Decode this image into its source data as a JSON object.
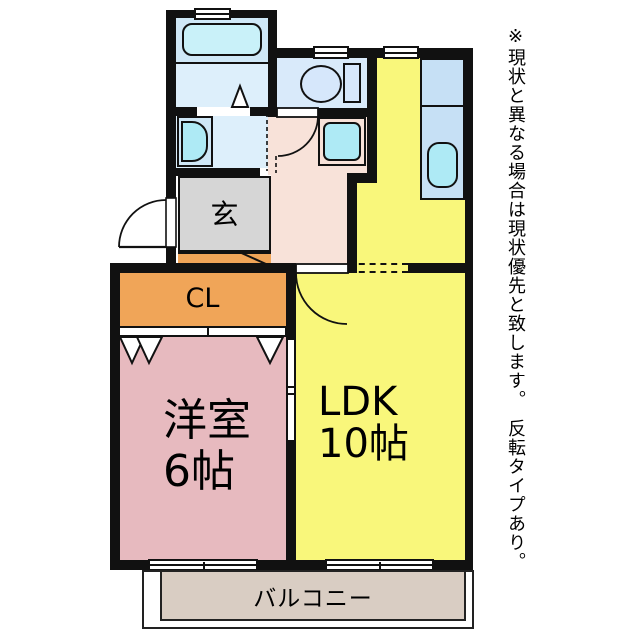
{
  "floorplan": {
    "rooms": {
      "genkan": {
        "label": "玄"
      },
      "closet": {
        "label": "CL"
      },
      "western_room": {
        "name": "洋室",
        "size": "6帖"
      },
      "ldk": {
        "name": "LDK",
        "size": "10帖"
      },
      "balcony": {
        "label": "バルコニー"
      }
    },
    "note": "※現状と異なる場合は現状優先と致します。　反転タイプあり。",
    "fixtures": [
      "bathtub-icon",
      "toilet-icon",
      "washbasin-icon",
      "kitchen-sink-icon",
      "washing-machine-pan-icon",
      "door-swing-icon",
      "sliding-window-icon",
      "folding-door-icon"
    ],
    "colors": {
      "wall": "#111111",
      "ldk_yellow": "#f9f77b",
      "western_room_pink": "#e7babf",
      "closet_orange": "#f0a558",
      "genkan_gray": "#d6d6d6",
      "hall_peach": "#f8e2d9",
      "wet_area_blue": "#ddeffb",
      "fixture_cyan": "#aeeaf5",
      "balcony_beige": "#d9cdc3"
    }
  }
}
